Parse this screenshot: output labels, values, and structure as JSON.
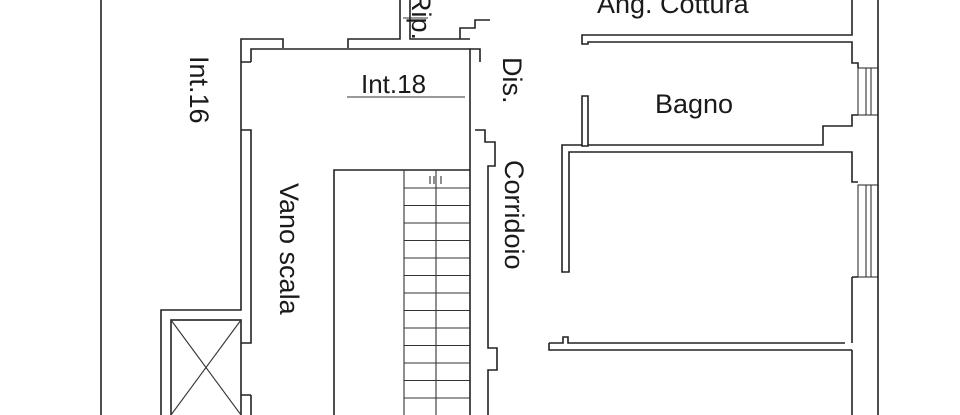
{
  "labels": {
    "kitchenette": "Ang. Cottura",
    "storage": "Rip.",
    "unit_18": "Int.18",
    "unit_16": "Int.16",
    "landing": "Dis.",
    "corridor": "Corridoio",
    "stairwell": "Vano scala",
    "bathroom": "Bagno"
  },
  "colors": {
    "line": "#222222",
    "background": "#ffffff"
  }
}
